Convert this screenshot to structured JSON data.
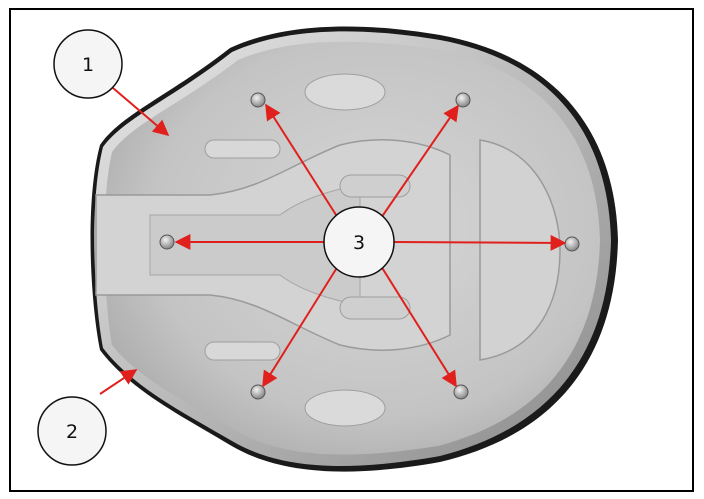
{
  "callouts": [
    {
      "id": "1",
      "label": "1"
    },
    {
      "id": "2",
      "label": "2"
    },
    {
      "id": "3",
      "label": "3"
    }
  ],
  "colors": {
    "frame": "#000000",
    "arrow": "#e0201c",
    "panel": "#c4c4c4",
    "panel_edge": "#1a1a1a"
  },
  "icons": {
    "bolt": "fastener-hole-icon"
  }
}
